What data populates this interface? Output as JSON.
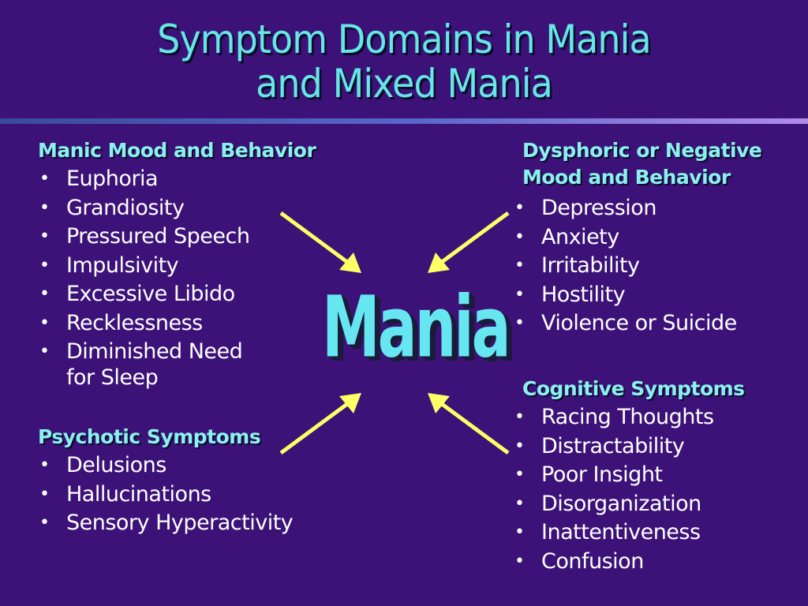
{
  "title": {
    "line1": "Symptom Domains in Mania",
    "line2": "and Mixed Mania"
  },
  "center": "Mania",
  "sections": {
    "manic": {
      "heading": "Manic Mood and Behavior",
      "items": [
        "Euphoria",
        "Grandiosity",
        "Pressured Speech",
        "Impulsivity",
        "Excessive Libido",
        "Recklessness",
        "Diminished Need",
        "for Sleep"
      ]
    },
    "psychotic": {
      "heading": "Psychotic Symptoms",
      "items": [
        "Delusions",
        "Hallucinations",
        "Sensory Hyperactivity"
      ]
    },
    "dysphoric": {
      "heading_line1": "Dysphoric or Negative",
      "heading_line2": "Mood and Behavior",
      "items": [
        "Depression",
        "Anxiety",
        "Irritability",
        "Hostility",
        "Violence or Suicide"
      ]
    },
    "cognitive": {
      "heading": "Cognitive Symptoms",
      "items": [
        "Racing Thoughts",
        "Distractability",
        "Poor Insight",
        "Disorganization",
        "Inattentiveness",
        "Confusion"
      ]
    }
  },
  "colors": {
    "background": "#3c1278",
    "heading": "#8cf0f0",
    "title": "#66e6e6",
    "arrow": "#ffff66"
  }
}
